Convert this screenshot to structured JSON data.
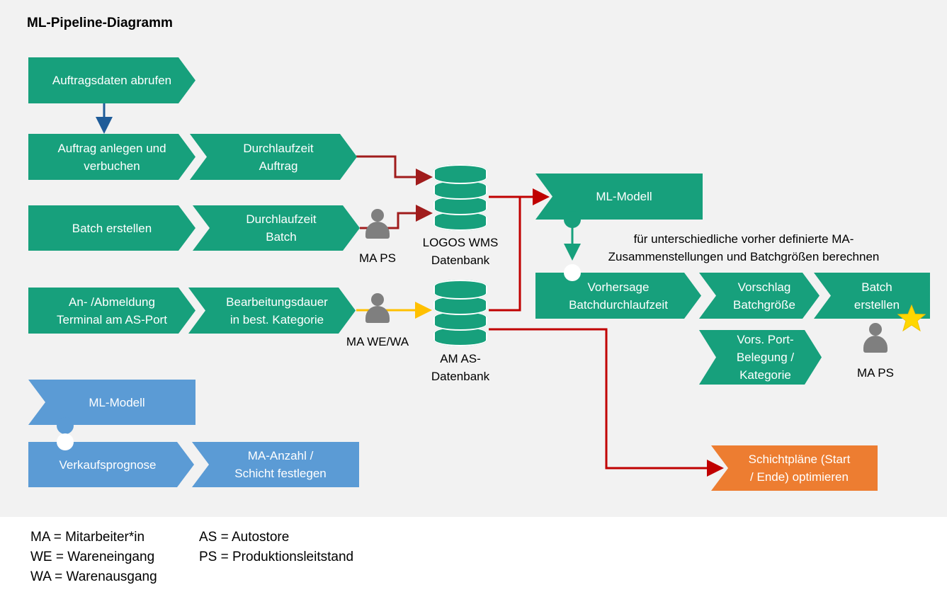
{
  "title": "ML-Pipeline-Diagramm",
  "nodes": {
    "auftragsdaten": "Auftragsdaten abrufen",
    "auftrag_anlegen": "Auftrag anlegen und\nverbuchen",
    "durchlaufzeit_auftrag": "Durchlaufzeit\nAuftrag",
    "batch_erstellen_left": "Batch erstellen",
    "durchlaufzeit_batch": "Durchlaufzeit\nBatch",
    "anmeldung": "An- /Abmeldung\nTerminal am AS-Port",
    "bearbeitungsdauer": "Bearbeitungsdauer\nin best. Kategorie",
    "ml_modell_green": "ML-Modell",
    "vorhersage": "Vorhersage\nBatchdurchlaufzeit",
    "vorschlag": "Vorschlag\nBatchgröße",
    "batch_erstellen_right": "Batch\nerstellen",
    "vors_port": "Vors. Port-\nBelegung /\nKategorie",
    "ml_modell_blue": "ML-Modell",
    "verkaufsprognose": "Verkaufsprognose",
    "ma_anzahl": "MA-Anzahl /\nSchicht festlegen",
    "schichtplaene": "Schichtpläne (Start\n/ Ende) optimieren"
  },
  "databases": {
    "logos": "LOGOS WMS\nDatenbank",
    "am_as": "AM AS-\nDatenbank"
  },
  "persons": {
    "ma_ps_left": "MA PS",
    "ma_we_wa": "MA WE/WA",
    "ma_ps_right": "MA PS"
  },
  "annotation": "für unterschiedliche vorher definierte MA-\nZusammenstellungen und Batchgrößen berechnen",
  "legend": {
    "col1": [
      "MA = Mitarbeiter*in",
      "WE = Wareneingang",
      "WA = Warenausgang"
    ],
    "col2": [
      "AS = Autostore",
      "PS = Produktionsleitstand"
    ]
  },
  "colors": {
    "green": "#17a07c",
    "blue": "#5b9bd5",
    "orange": "#ed7d31",
    "dark_red": "#a01c1c",
    "red": "#c00000",
    "yellow": "#ffc000",
    "navy": "#1f5c99",
    "person_gray": "#7f7f7f",
    "star": "#ffd700"
  }
}
